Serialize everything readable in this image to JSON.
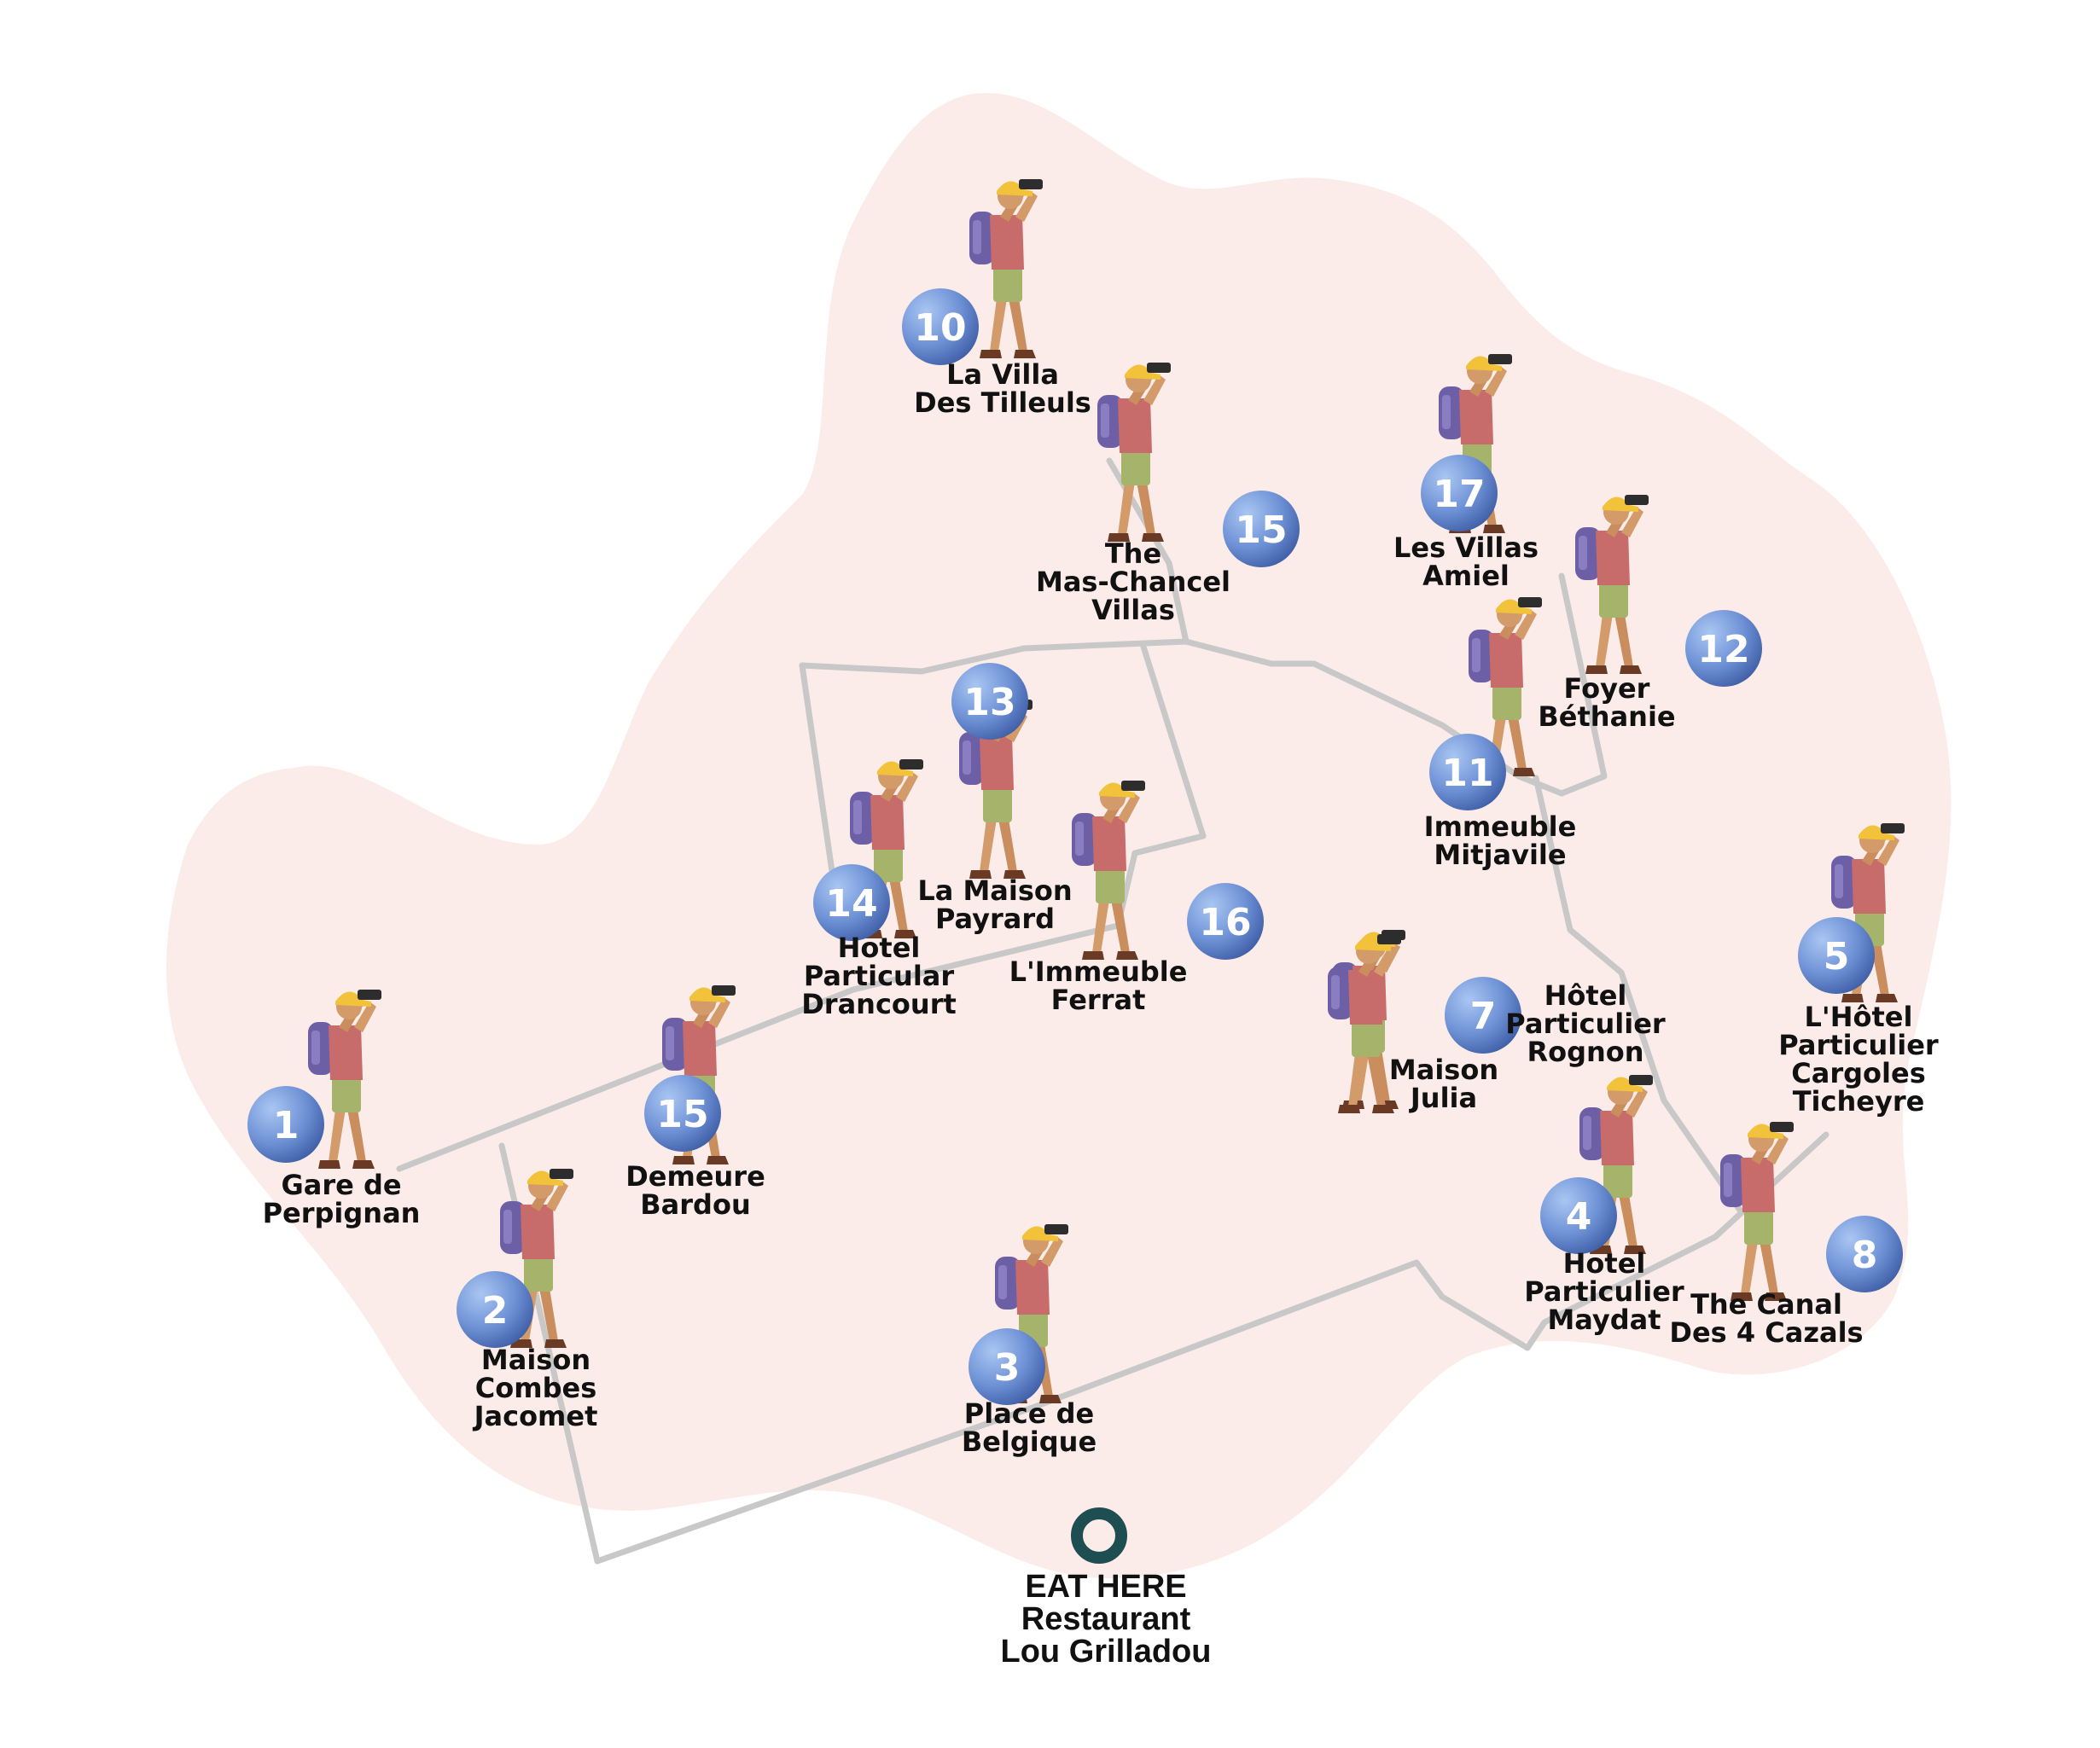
{
  "colors": {
    "area_fill": "#fbece9",
    "route": "#c8c8c8",
    "badge_dark": "#3f5fa8",
    "badge_light": "#92b4ea",
    "restaurant_marker": "#1e4d52"
  },
  "stops": [
    {
      "id": "s1",
      "number": "1",
      "icon": "hiker-with-binoculars-icon",
      "lines": [
        "Gare de",
        "Perpignan"
      ]
    },
    {
      "id": "s2",
      "number": "2",
      "icon": "hiker-with-binoculars-icon",
      "lines": [
        "Maison",
        "Combes",
        "Jacomet"
      ]
    },
    {
      "id": "s3",
      "number": "3",
      "icon": "hiker-with-binoculars-icon",
      "lines": [
        "Place de",
        "Belgique"
      ]
    },
    {
      "id": "s4",
      "number": "4",
      "icon": "hiker-with-binoculars-icon",
      "lines": [
        "Hotel",
        "Particulier",
        "Maydat"
      ]
    },
    {
      "id": "s5",
      "number": "5",
      "icon": "hiker-with-binoculars-icon",
      "lines": [
        "L'Hôtel",
        "Particulier",
        "Cargoles",
        "Ticheyre"
      ]
    },
    {
      "id": "s7",
      "number": "7",
      "icon": "hiker-with-binoculars-icon",
      "lines": [
        "Hôtel",
        "Particulier",
        "Rognon"
      ]
    },
    {
      "id": "s8",
      "number": "8",
      "icon": "hiker-with-binoculars-icon",
      "lines": [
        "The Canal",
        "Des 4 Cazals"
      ]
    },
    {
      "id": "s10",
      "number": "10",
      "icon": "hiker-with-binoculars-icon",
      "lines": [
        "La Villa",
        "Des Tilleuls"
      ]
    },
    {
      "id": "s11",
      "number": "11",
      "icon": "hiker-with-binoculars-icon",
      "lines": [
        "Immeuble",
        "Mitjavile"
      ]
    },
    {
      "id": "s12",
      "number": "12",
      "icon": "hiker-with-binoculars-icon",
      "lines": [
        "Foyer",
        "Béthanie"
      ]
    },
    {
      "id": "s13",
      "number": "13",
      "icon": "hiker-with-binoculars-icon",
      "lines": [
        "La Maison",
        "Payrard"
      ]
    },
    {
      "id": "s14",
      "number": "14",
      "icon": "hiker-with-binoculars-icon",
      "lines": [
        "Hotel",
        "Particular",
        "Drancourt"
      ]
    },
    {
      "id": "s15a",
      "number": "15",
      "icon": "hiker-with-binoculars-icon",
      "lines": [
        "Demeure",
        "Bardou"
      ]
    },
    {
      "id": "s15b",
      "number": "15",
      "icon": "hiker-with-binoculars-icon",
      "lines": [
        "The",
        "Mas-Chancel",
        "Villas"
      ]
    },
    {
      "id": "s16",
      "number": "16",
      "icon": "hiker-with-binoculars-icon",
      "lines": [
        "L'Immeuble",
        "Ferrat"
      ]
    },
    {
      "id": "s17",
      "number": "17",
      "icon": "hiker-with-binoculars-icon",
      "lines": [
        "Les Villas",
        "Amiel"
      ]
    },
    {
      "id": "sM",
      "number": "",
      "icon": "hiker-with-binoculars-icon",
      "lines": [
        "Maison",
        "Julia"
      ]
    }
  ],
  "restaurant": {
    "icon": "restaurant-pin-icon",
    "lines": [
      "EAT HERE",
      "Restaurant",
      "Lou Grilladou"
    ]
  }
}
